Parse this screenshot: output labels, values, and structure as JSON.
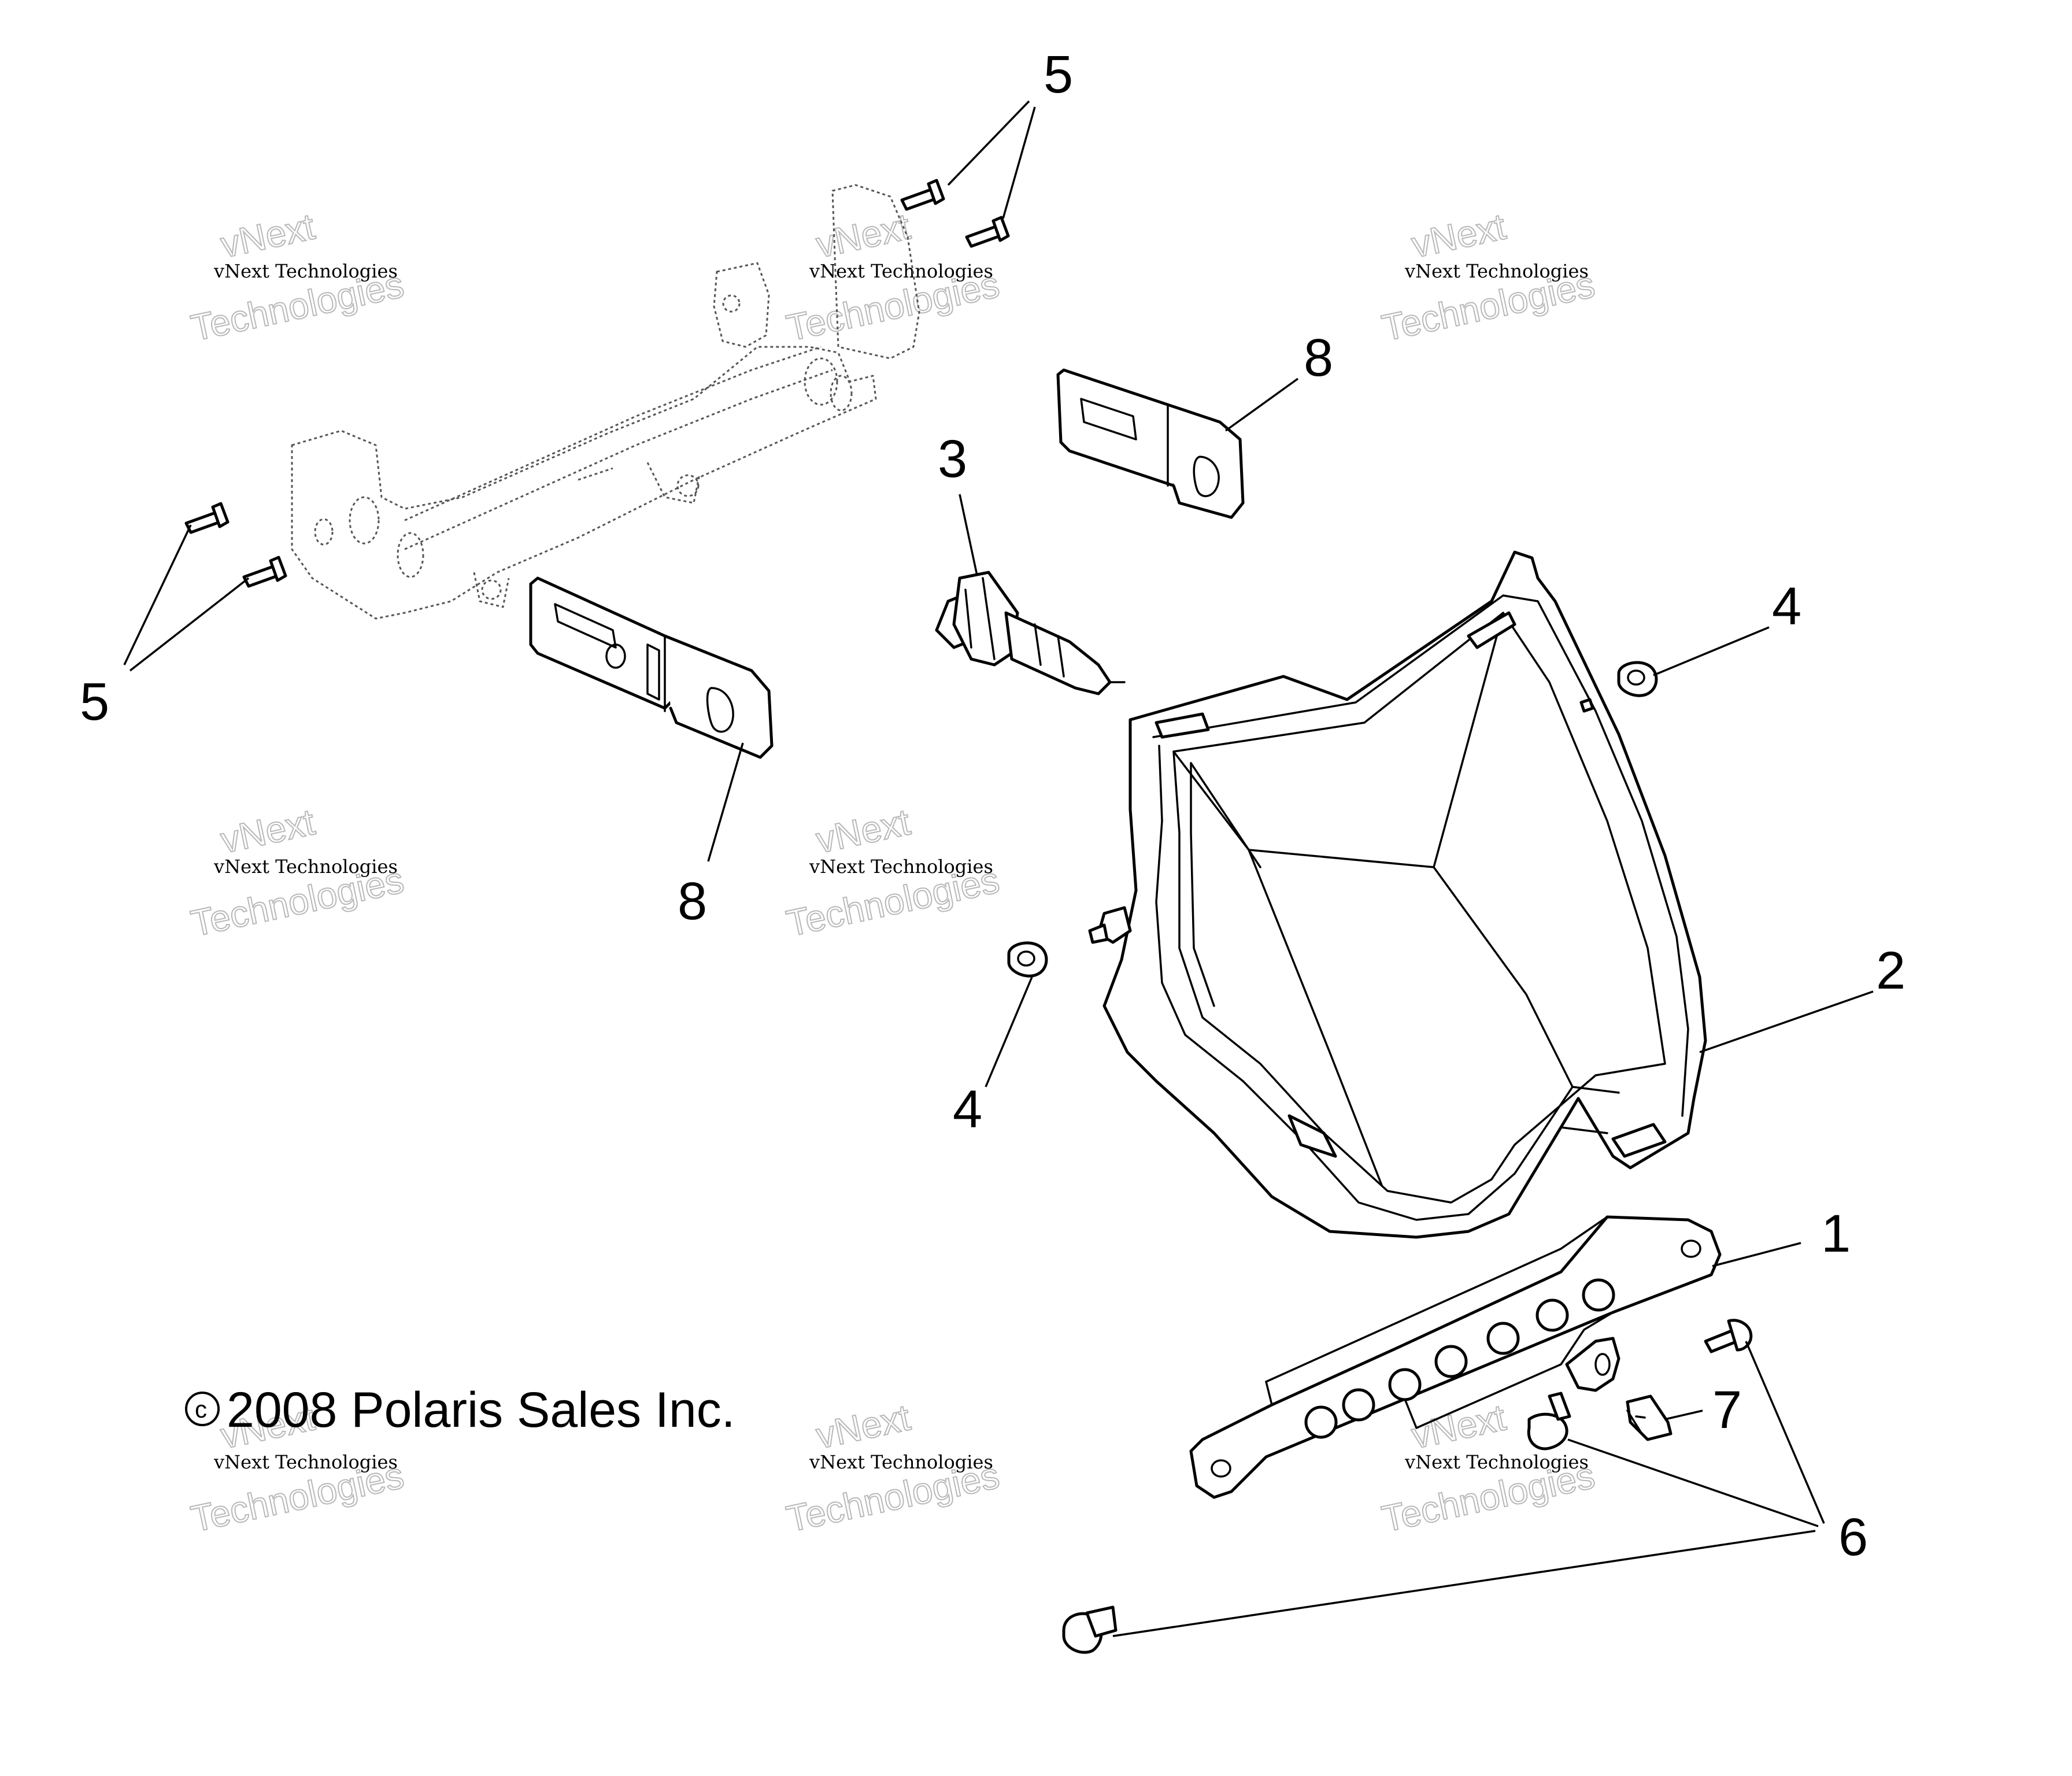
{
  "copyright": {
    "symbol": "c",
    "text": "2008 Polaris Sales Inc."
  },
  "watermark": {
    "line_small": "vNext Technologies",
    "line_big_1": "vNext",
    "line_big_2": "Technologies"
  },
  "callouts": {
    "part_1": "1",
    "part_2": "2",
    "part_3": "3",
    "part_4_right": "4",
    "part_4_left": "4",
    "part_5_top": "5",
    "part_5_left": "5",
    "part_6": "6",
    "part_7": "7",
    "part_8_top": "8",
    "part_8_left": "8"
  }
}
